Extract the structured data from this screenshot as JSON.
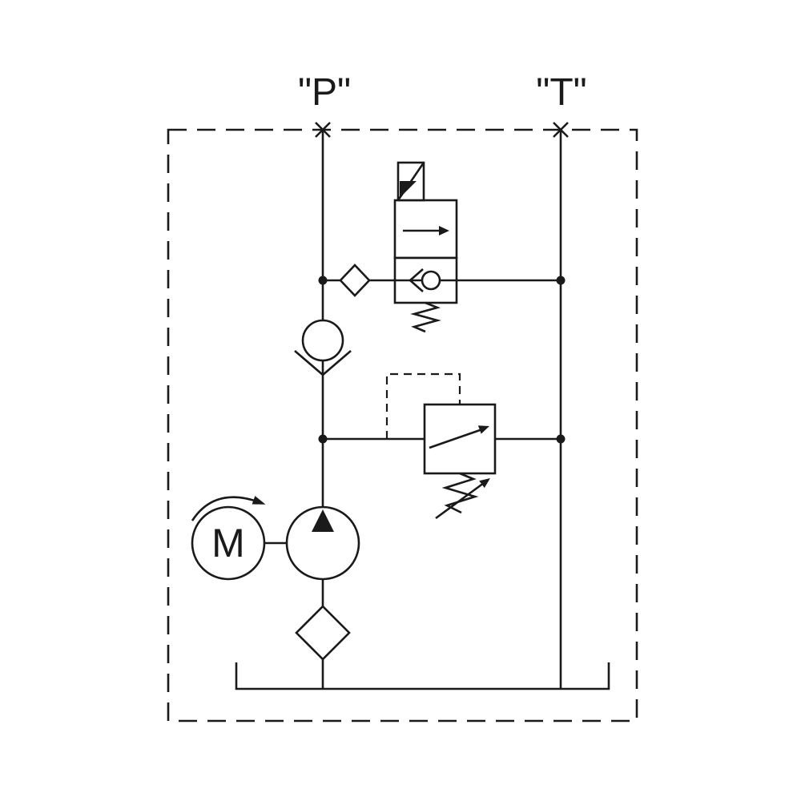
{
  "diagram": {
    "type": "hydraulic-power-unit-schematic",
    "labels": {
      "port_p": "\"P\"",
      "port_t": "\"T\"",
      "motor": "M"
    },
    "colors": {
      "line": "#1a1a1a",
      "background": "#ffffff"
    }
  }
}
